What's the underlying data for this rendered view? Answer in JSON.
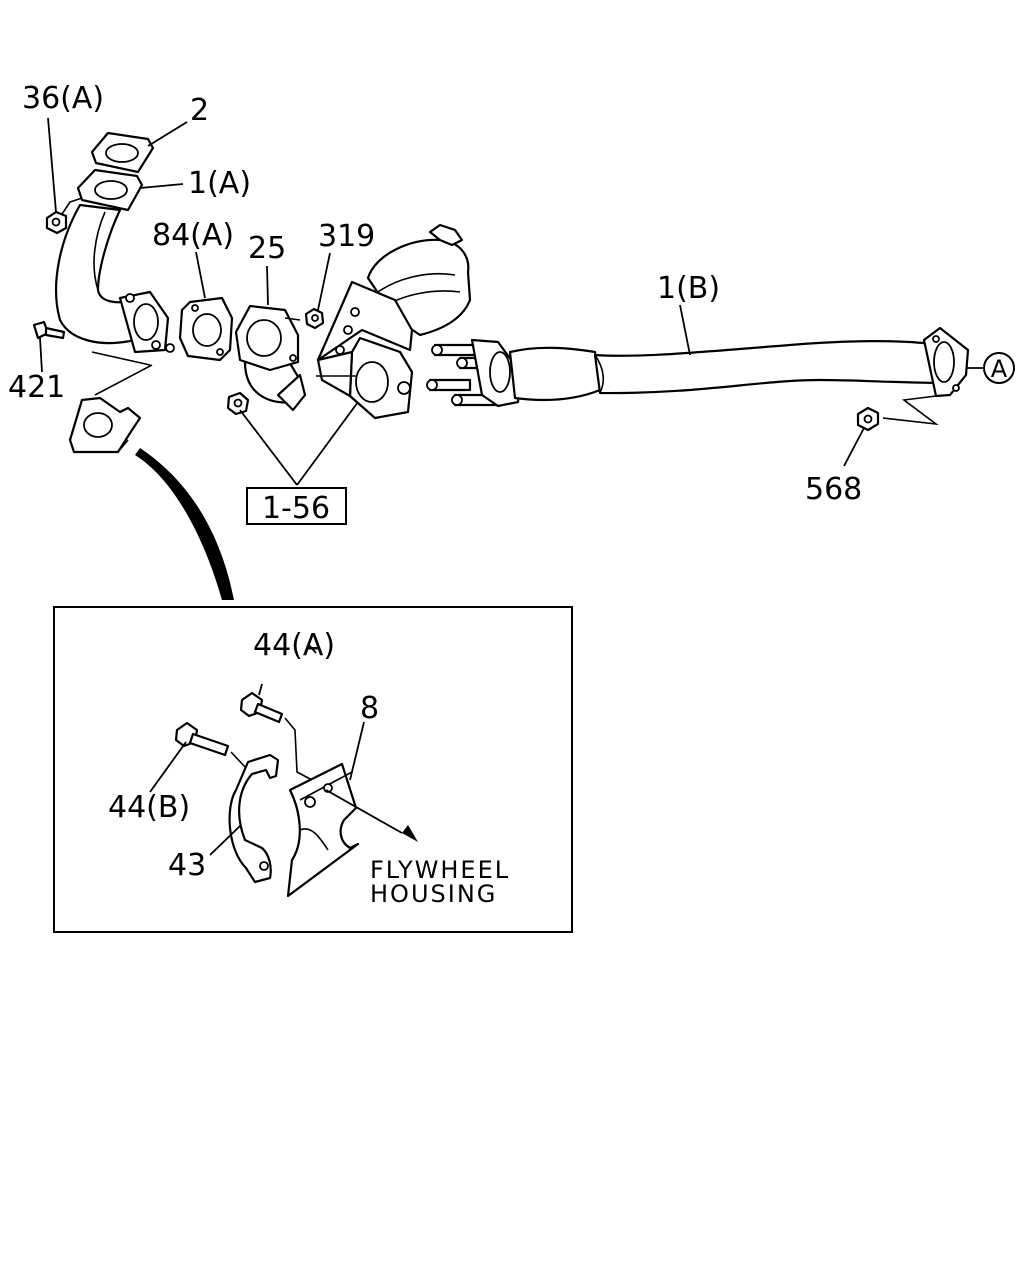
{
  "diagram": {
    "callouts": {
      "c36a": "36(A)",
      "c2": "2",
      "c1a": "1(A)",
      "c84a": "84(A)",
      "c25": "25",
      "c319": "319",
      "c1b": "1(B)",
      "cA": "A",
      "c421": "421",
      "c568": "568",
      "ref": "1-56"
    },
    "detail": {
      "c44a": "44(A)",
      "c8": "8",
      "c44b": "44(B)",
      "c43": "43",
      "note_line1": "FLYWHEEL",
      "note_line2": "HOUSING"
    }
  }
}
